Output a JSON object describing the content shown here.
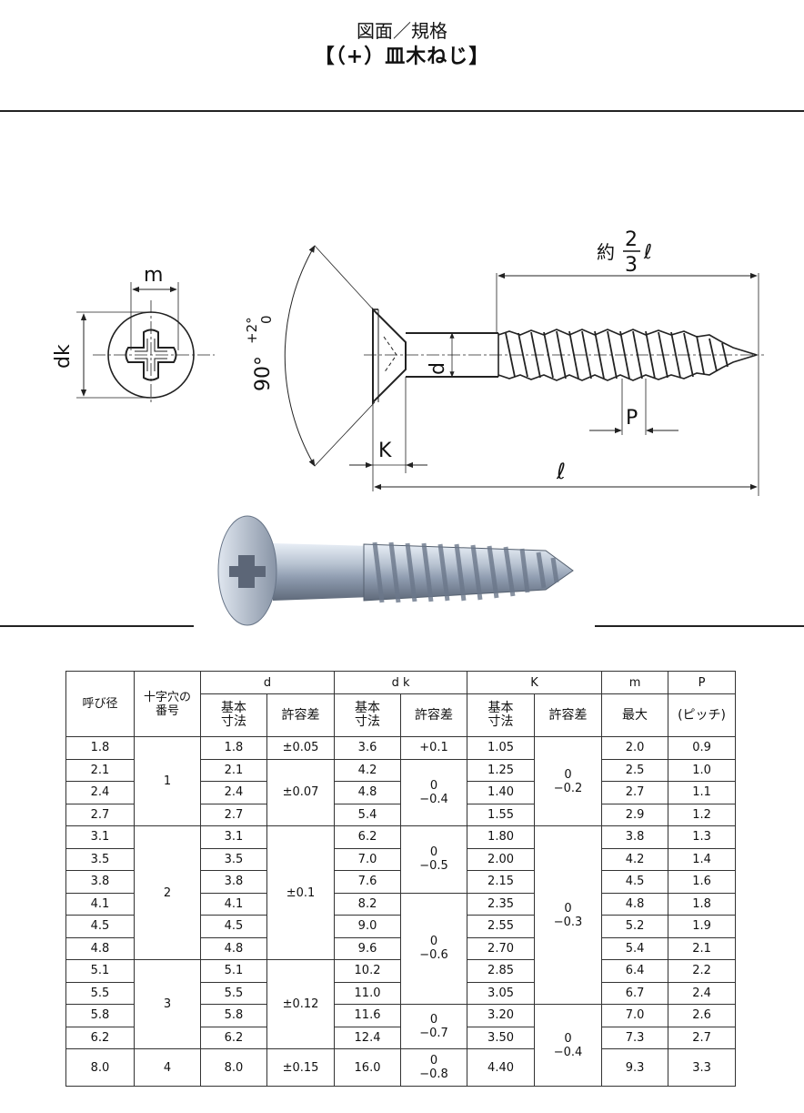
{
  "header": {
    "line1": "図面／規格",
    "line2": "【（+）皿木ねじ】"
  },
  "drawing": {
    "label_m": "m",
    "label_dk": "dk",
    "label_angle": "90°",
    "label_tol_plus": "+2°",
    "label_tol_zero": "0",
    "label_d": "d",
    "label_k": "K",
    "label_p": "P",
    "label_l": "ℓ",
    "label_approx": "約",
    "label_frac_num": "2",
    "label_frac_den": "3",
    "label_l2": "ℓ"
  },
  "table": {
    "h_nominal": "呼び径",
    "h_cross": "十字穴の番号",
    "h_d": "d",
    "h_dk": "d k",
    "h_k": "K",
    "h_m": "m",
    "h_p": "P",
    "sub_basic": "基本寸法",
    "sub_tol": "許容差",
    "sub_max": "最大",
    "sub_pitch": "(ピッチ)",
    "nominal": [
      "1.8",
      "2.1",
      "2.4",
      "2.7",
      "3.1",
      "3.5",
      "3.8",
      "4.1",
      "4.5",
      "4.8",
      "5.1",
      "5.5",
      "5.8",
      "6.2",
      "8.0"
    ],
    "cross_no": [
      "1",
      "2",
      "3",
      "4"
    ],
    "d": [
      "1.8",
      "2.1",
      "2.4",
      "2.7",
      "3.1",
      "3.5",
      "3.8",
      "4.1",
      "4.5",
      "4.8",
      "5.1",
      "5.5",
      "5.8",
      "6.2",
      "8.0"
    ],
    "d_tol": [
      "±0.05",
      "±0.07",
      "±0.1",
      "±0.12",
      "±0.15"
    ],
    "dk": [
      "3.6",
      "4.2",
      "4.8",
      "5.4",
      "6.2",
      "7.0",
      "7.6",
      "8.2",
      "9.0",
      "9.6",
      "10.2",
      "11.0",
      "11.6",
      "12.4",
      "16.0"
    ],
    "dk_tol": [
      {
        "top": "+0.1",
        "bottom": ""
      },
      {
        "top": "0",
        "bottom": "−0.4"
      },
      {
        "top": "0",
        "bottom": "−0.5"
      },
      {
        "top": "0",
        "bottom": "−0.6"
      },
      {
        "top": "0",
        "bottom": "−0.7"
      },
      {
        "top": "0",
        "bottom": "−0.8"
      }
    ],
    "k": [
      "1.05",
      "1.25",
      "1.40",
      "1.55",
      "1.80",
      "2.00",
      "2.15",
      "2.35",
      "2.55",
      "2.70",
      "2.85",
      "3.05",
      "3.20",
      "3.50",
      "4.40"
    ],
    "k_tol": [
      {
        "top": "0",
        "bottom": "−0.2"
      },
      {
        "top": "0",
        "bottom": "−0.3"
      },
      {
        "top": "0",
        "bottom": "−0.4"
      }
    ],
    "m": [
      "2.0",
      "2.5",
      "2.7",
      "2.9",
      "3.8",
      "4.2",
      "4.5",
      "4.8",
      "5.2",
      "5.4",
      "6.4",
      "6.7",
      "7.0",
      "7.3",
      "9.3"
    ],
    "p": [
      "0.9",
      "1.0",
      "1.1",
      "1.2",
      "1.3",
      "1.4",
      "1.6",
      "1.8",
      "1.9",
      "2.1",
      "2.2",
      "2.4",
      "2.6",
      "2.7",
      "3.3"
    ]
  }
}
